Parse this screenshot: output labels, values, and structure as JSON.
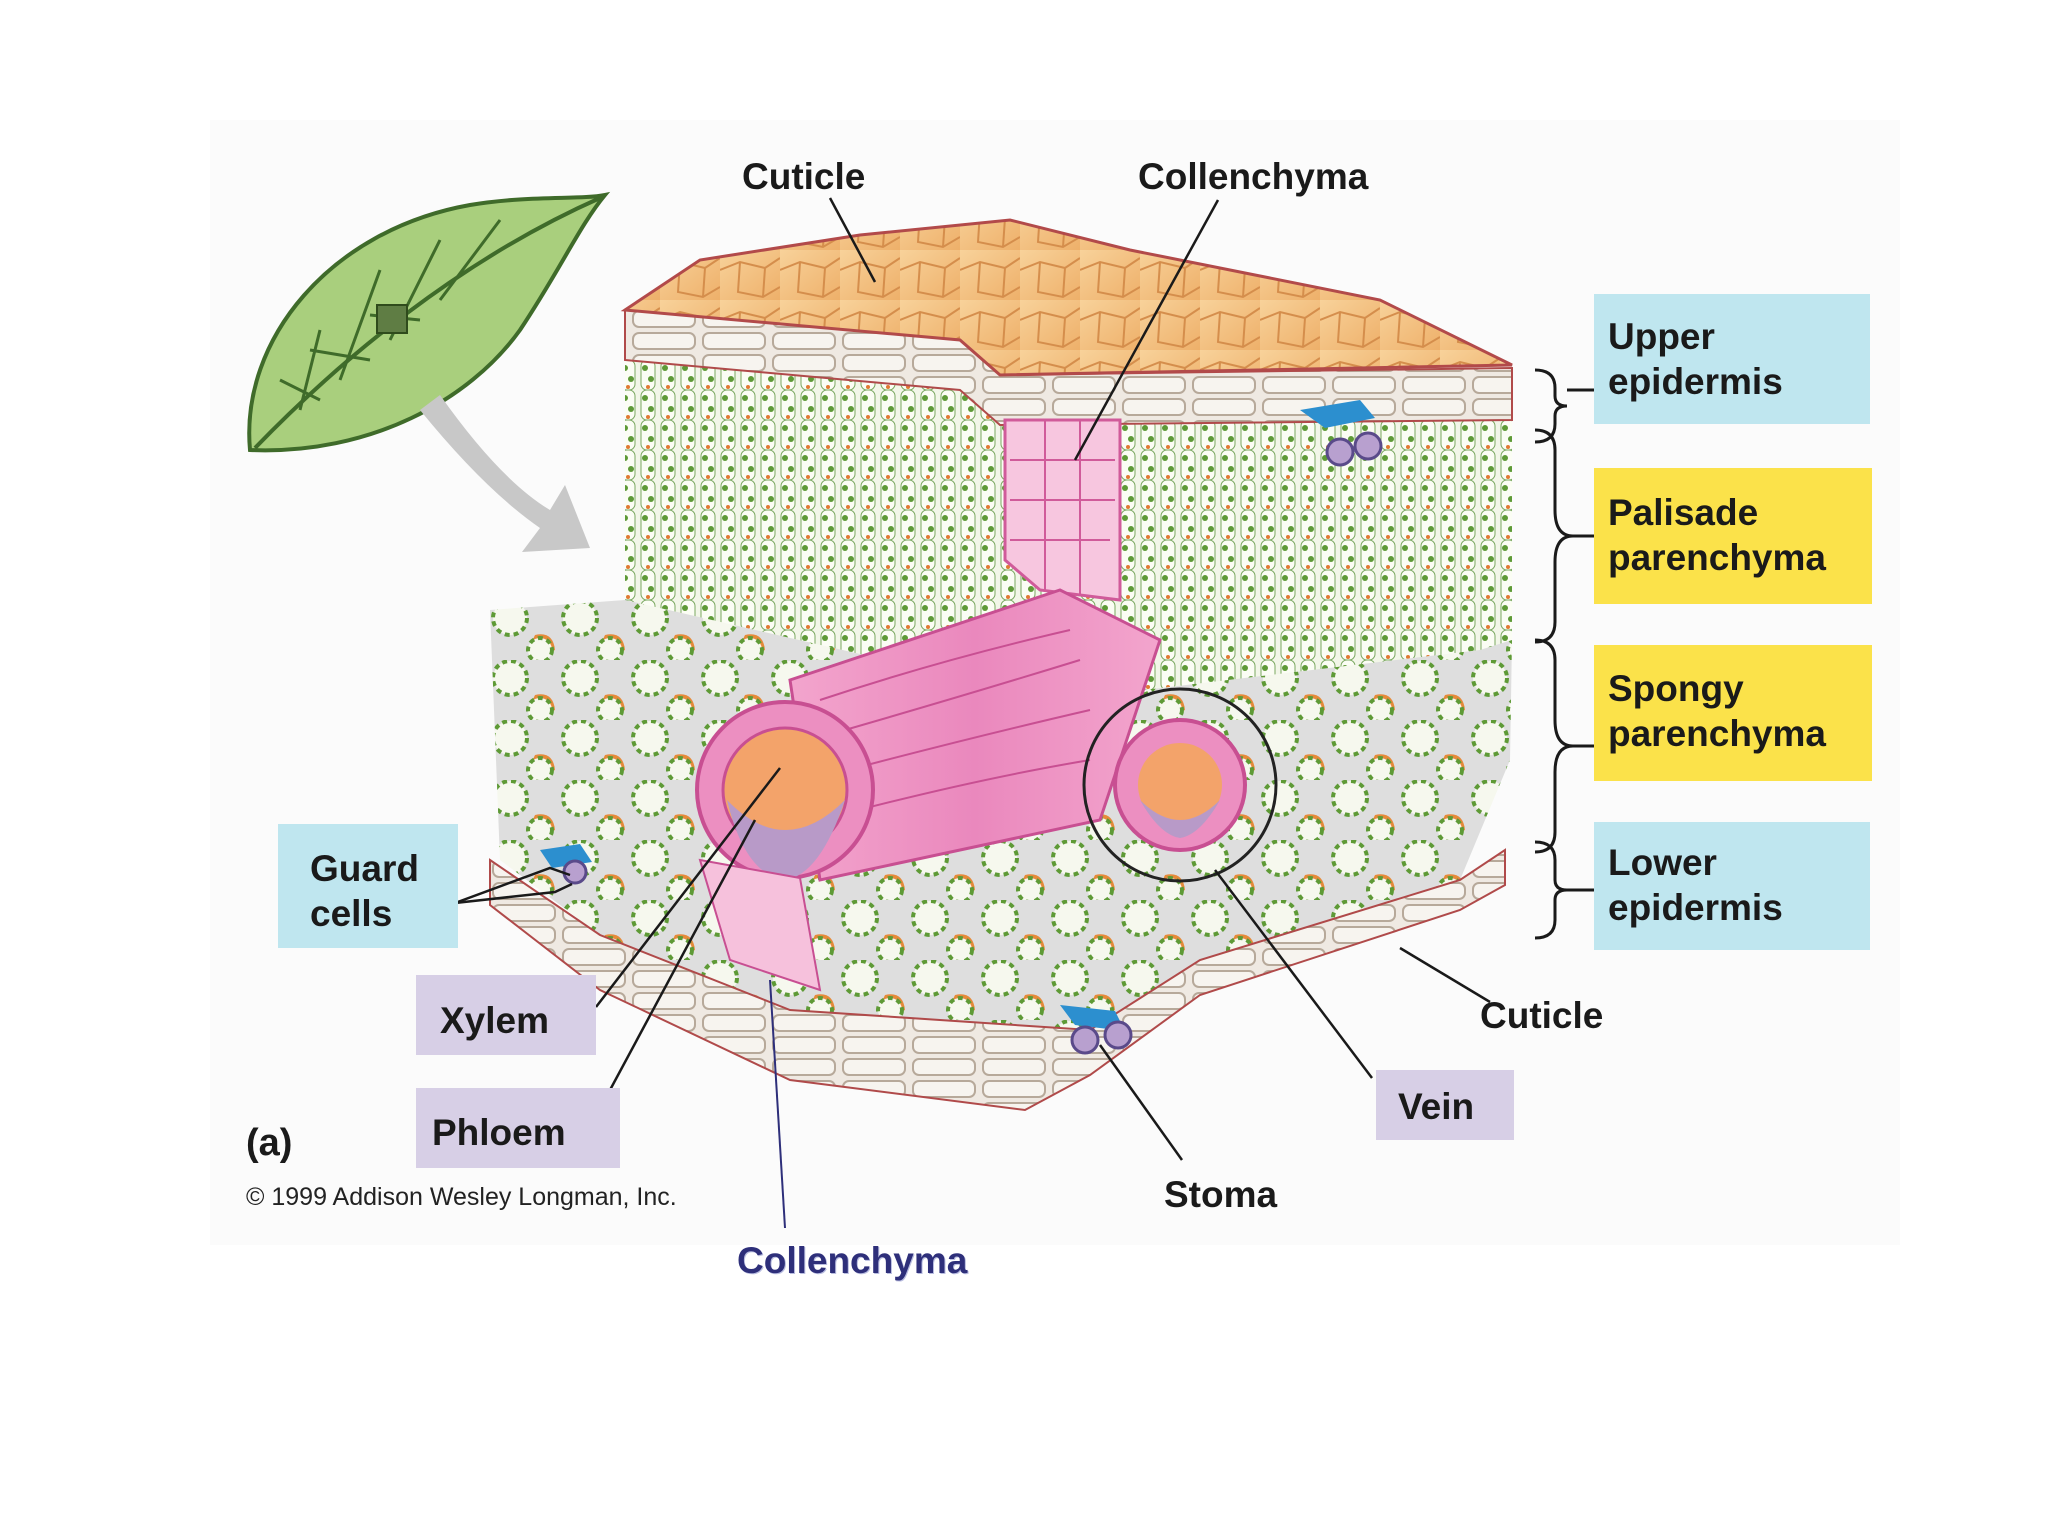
{
  "labels": {
    "cuticle_top": "Cuticle",
    "collenchyma_top": "Collenchyma",
    "upper_epidermis": [
      "Upper",
      "epidermis"
    ],
    "palisade": [
      "Palisade",
      "parenchyma"
    ],
    "spongy": [
      "Spongy",
      "parenchyma"
    ],
    "lower_epidermis": [
      "Lower",
      "epidermis"
    ],
    "guard_cells": [
      "Guard",
      "cells"
    ],
    "xylem": "Xylem",
    "phloem": "Phloem",
    "cuticle_bottom": "Cuticle",
    "vein": "Vein",
    "stoma": "Stoma",
    "figure_letter": "(a)",
    "copyright": "© 1999 Addison Wesley Longman, Inc.",
    "collenchyma_bottom": "Collenchyma"
  },
  "colors": {
    "blue_box": "#bfe6ef",
    "yellow_box": "#fbe24a",
    "lavender_box": "#d7cfe6",
    "cuticle_top": "#f2bf7e",
    "vein_pink": "#e784b8",
    "chloroplast_green": "#5e9a36",
    "bottom_label": "#2e2f7a"
  },
  "icons": [
    "leaf-icon",
    "arrow-icon"
  ]
}
